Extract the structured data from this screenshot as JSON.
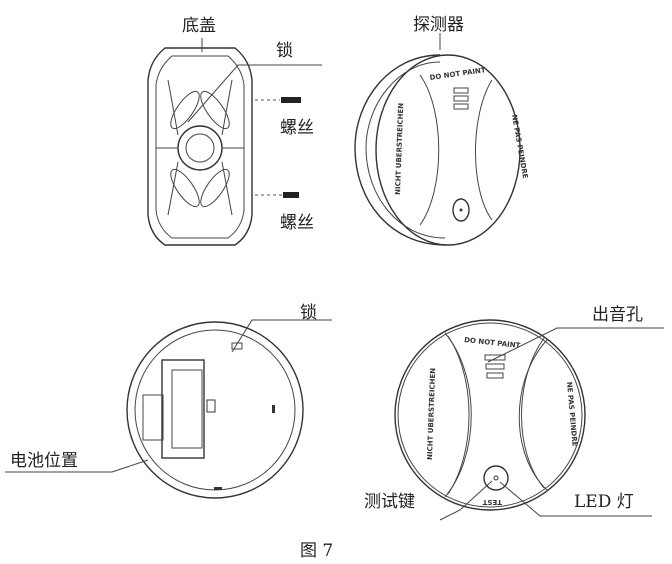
{
  "labels": {
    "base_cover": "底盖",
    "lock_top": "锁",
    "screw_1": "螺丝",
    "screw_2": "螺丝",
    "detector": "探测器",
    "lock_bottom": "锁",
    "battery_position": "电池位置",
    "sound_hole": "出音孔",
    "test_button": "测试键",
    "led_light": "LED 灯"
  },
  "device_text": {
    "do_not_paint": "DO NOT PAINT",
    "nicht": "NICHT UBERSTREICHEN",
    "ne_pas": "NE PAS PEINDRE",
    "test": "TEST"
  },
  "caption": "图 7"
}
